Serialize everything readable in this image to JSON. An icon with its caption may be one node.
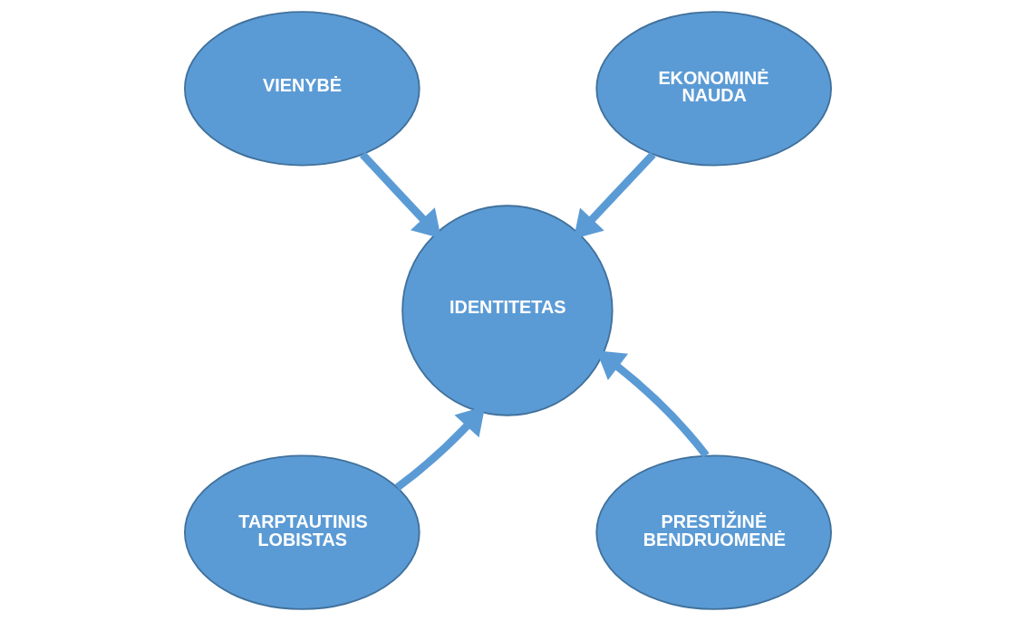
{
  "diagram": {
    "nodes": [
      {
        "text": [
          "VIENYBĖ"
        ]
      },
      {
        "text": [
          "EKONOMINĖ NAUDA"
        ]
      },
      {
        "text": [
          "IDENTITETAS"
        ]
      },
      {
        "text": [
          "TARPTAUTINIS LOBISTAS"
        ]
      },
      {
        "text": [
          "PRESTIŽINĖ BENDRUOMENĖ"
        ]
      }
    ],
    "edges": [
      {
        "from": 0,
        "to": 2,
        "arrow": "to"
      },
      {
        "from": 1,
        "to": 2,
        "arrow": "to"
      },
      {
        "from": 3,
        "to": 2,
        "arrow": "to"
      },
      {
        "from": 4,
        "to": 2,
        "arrow": "to"
      }
    ]
  }
}
